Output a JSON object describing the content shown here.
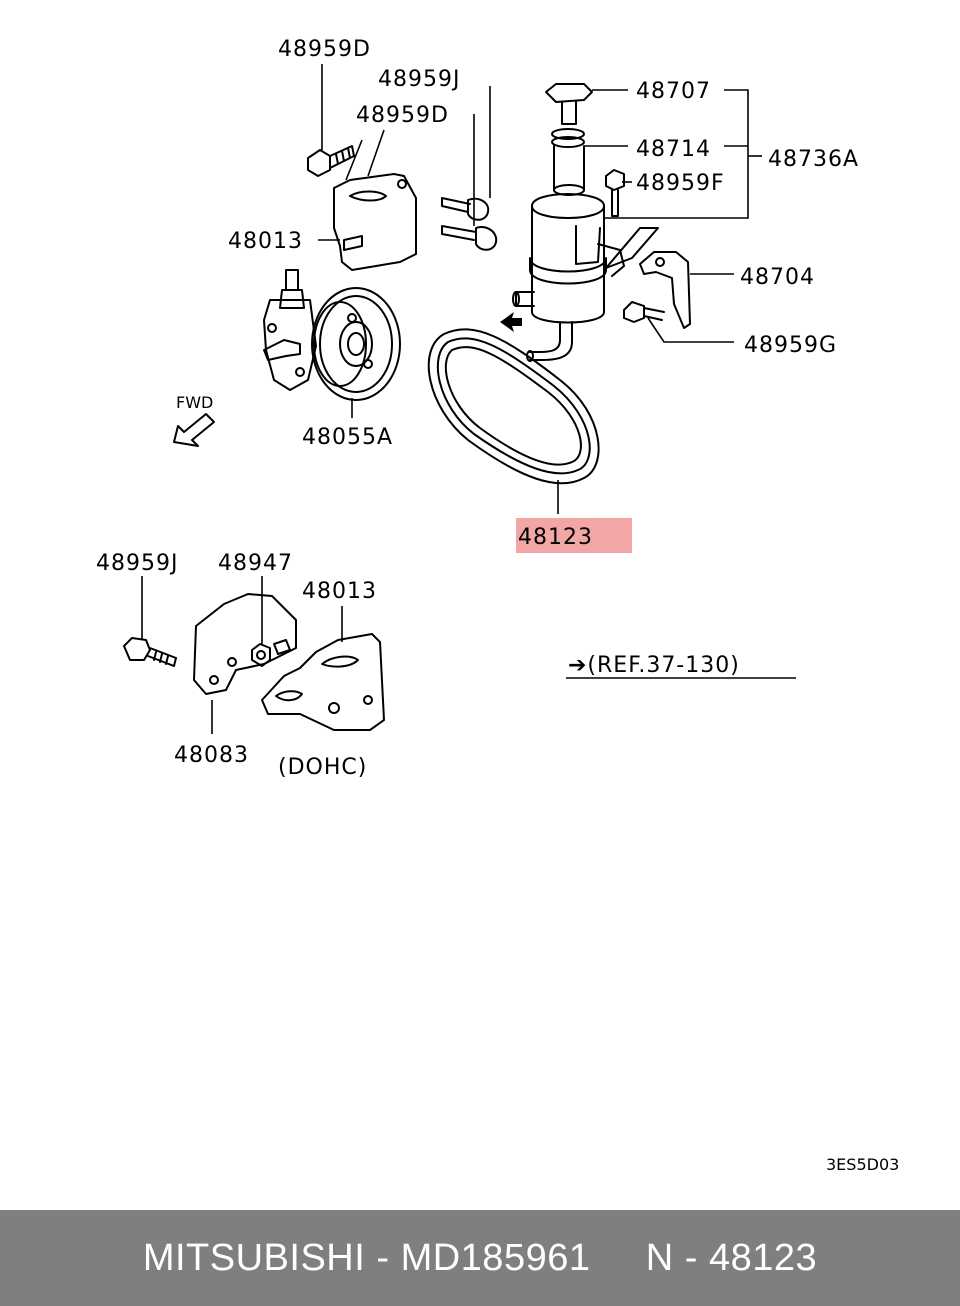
{
  "labels": {
    "p48959D_a": "48959D",
    "p48959J_a": "48959J",
    "p48959D_b": "48959D",
    "p48707": "48707",
    "p48714": "48714",
    "p48736A": "48736A",
    "p48959F": "48959F",
    "p48013_a": "48013",
    "p48704": "48704",
    "p48959G": "48959G",
    "p48055A": "48055A",
    "fwd": "FWD",
    "p48123": "48123",
    "p48959J_b": "48959J",
    "p48947": "48947",
    "p48013_b": "48013",
    "ref": "➔(REF.37-130)",
    "p48083": "48083",
    "dohc": "(DOHC)",
    "diagram_code": "3ES5D03"
  },
  "highlight": {
    "part": "48123",
    "color": "#f3a6a6"
  },
  "footer": {
    "text": "MITSUBISHI - MD185961     N - 48123",
    "bar_color": "#7f7f7f"
  }
}
